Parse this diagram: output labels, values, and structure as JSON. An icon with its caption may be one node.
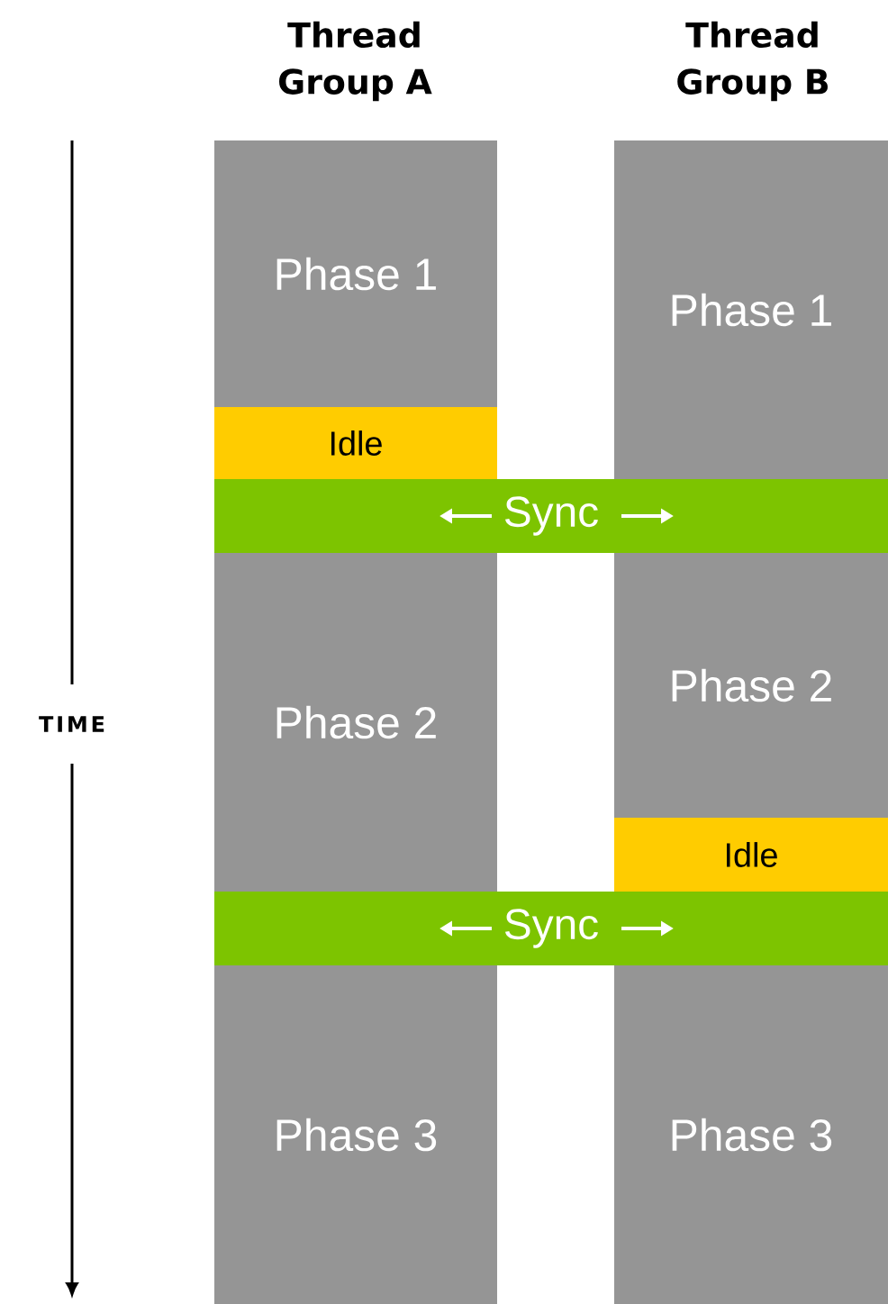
{
  "diagram": {
    "nodes": [
      {
        "text": [
          "Phase 1"
        ]
      },
      {
        "text": [
          "Phase 1"
        ]
      },
      {
        "text": [
          "Idle"
        ]
      },
      {
        "text": [
          "Sync"
        ]
      },
      {
        "text": [
          "Phase 2"
        ]
      },
      {
        "text": [
          "Phase 2"
        ]
      },
      {
        "text": [
          "Idle"
        ]
      },
      {
        "text": [
          "Sync"
        ]
      },
      {
        "text": [
          "Phase 3"
        ]
      },
      {
        "text": [
          "Phase 3"
        ]
      }
    ],
    "labels": [
      "Thread Group A",
      "Thread Group B",
      "TIME"
    ]
  }
}
